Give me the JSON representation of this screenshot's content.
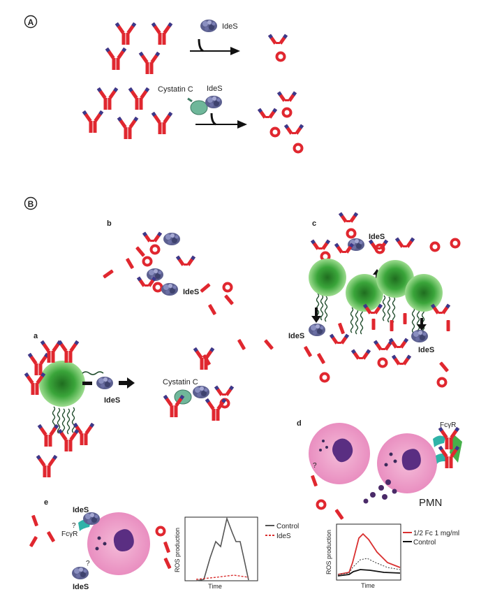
{
  "panel_a_upper": {
    "label": "A",
    "enzyme": "IdeS"
  },
  "panel_a_lower": {
    "inhibitor": "Cystatin C",
    "enzyme": "IdeS"
  },
  "panel_b": {
    "label": "B"
  },
  "sub_b": {
    "label": "b",
    "enzyme": "IdeS"
  },
  "sub_c": {
    "label": "c",
    "enzyme_top": "IdeS",
    "enzyme_left": "IdeS",
    "enzyme_right": "IdeS"
  },
  "sub_a": {
    "label": "a",
    "enzyme": "IdeS",
    "inhibitor": "Cystatin C"
  },
  "sub_d": {
    "label": "d",
    "receptor": "FcγR",
    "question": "?",
    "cell_label": "PMN"
  },
  "sub_e": {
    "label": "e",
    "enzyme_top": "IdeS",
    "enzyme_bottom": "IdeS",
    "receptor": "FcγR",
    "question_top": "?",
    "question_bottom": "?"
  },
  "chart_e": {
    "ylabel": "ROS production",
    "xlabel": "Time",
    "legend": [
      {
        "name": "Control",
        "color": "#555555"
      },
      {
        "name": "IdeS",
        "color": "#d93030"
      }
    ]
  },
  "chart_d": {
    "ylabel": "ROS production",
    "xlabel": "Time",
    "legend": [
      {
        "name": "1/2 Fc 1 mg/ml",
        "color": "#d93030"
      },
      {
        "name": "Control",
        "color": "#111111"
      }
    ]
  },
  "colors": {
    "igg_red": "#e0272f",
    "igg_blue": "#3a3a8c",
    "bead_green": "#3aa53a",
    "cell_pink": "#eea5cc",
    "cystatin": "#6fb79a"
  }
}
